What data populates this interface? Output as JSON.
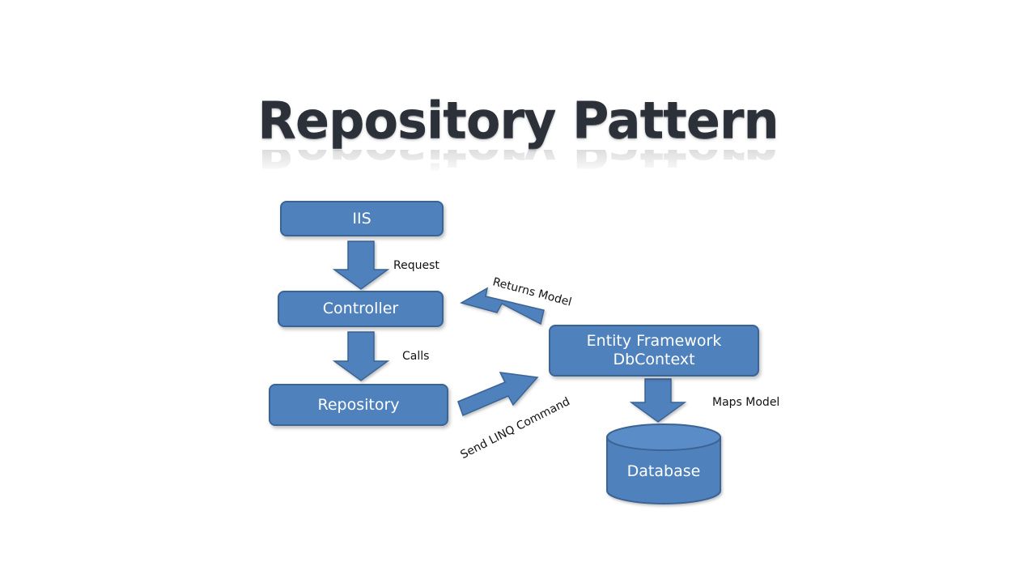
{
  "title": "Repository Pattern",
  "nodes": {
    "iis": "IIS",
    "controller": "Controller",
    "repository": "Repository",
    "ef_line1": "Entity Framework",
    "ef_line2": "DbContext",
    "database": "Database"
  },
  "edges": {
    "request": "Request",
    "calls": "Calls",
    "returns_model": "Returns Model",
    "send_linq": "Send LINQ Command",
    "maps_model": "Maps Model"
  },
  "colors": {
    "node_fill": "#4f81bd",
    "node_border": "#3a6494",
    "title": "#2c3038"
  }
}
